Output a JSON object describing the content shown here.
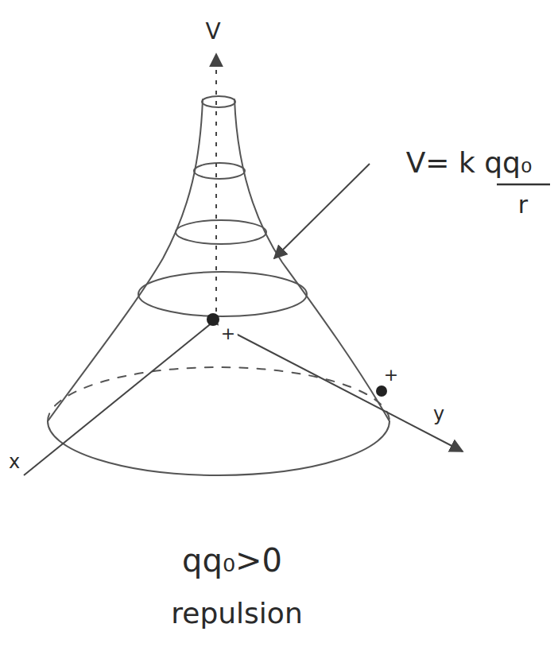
{
  "diagram": {
    "labels": [
      "V",
      "V= k qq₀",
      "r",
      "+",
      "+",
      "x",
      "y",
      "qq₀>0",
      "repulsion"
    ]
  }
}
